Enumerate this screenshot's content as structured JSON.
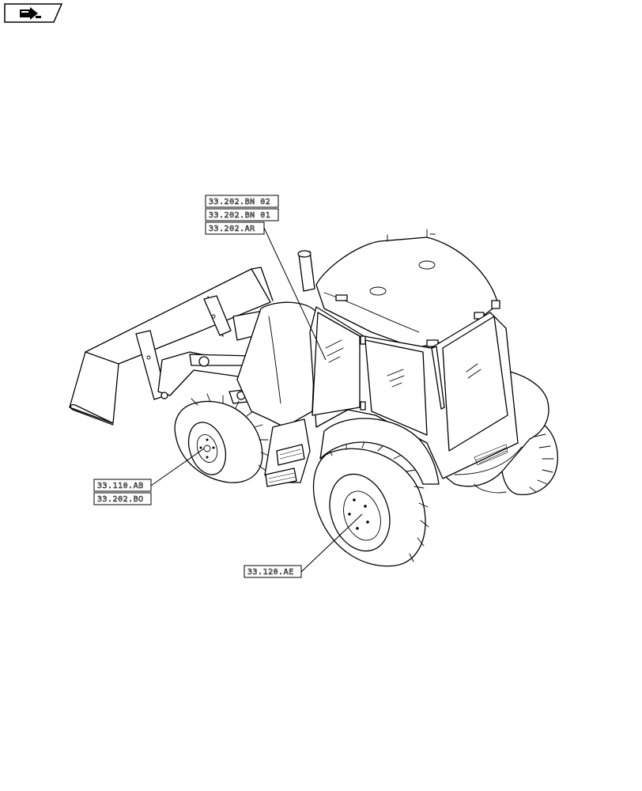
{
  "nav": {
    "icon": "back-arrow-icon"
  },
  "references": {
    "cab_top": "33.202.BN 02",
    "cab_mid": "33.202.BN 01",
    "cab_bottom": "33.202.AR",
    "front_wheel_top": "33.110.AB",
    "front_wheel_bottom": "33.202.BO",
    "rear_wheel": "33.120.AE"
  }
}
